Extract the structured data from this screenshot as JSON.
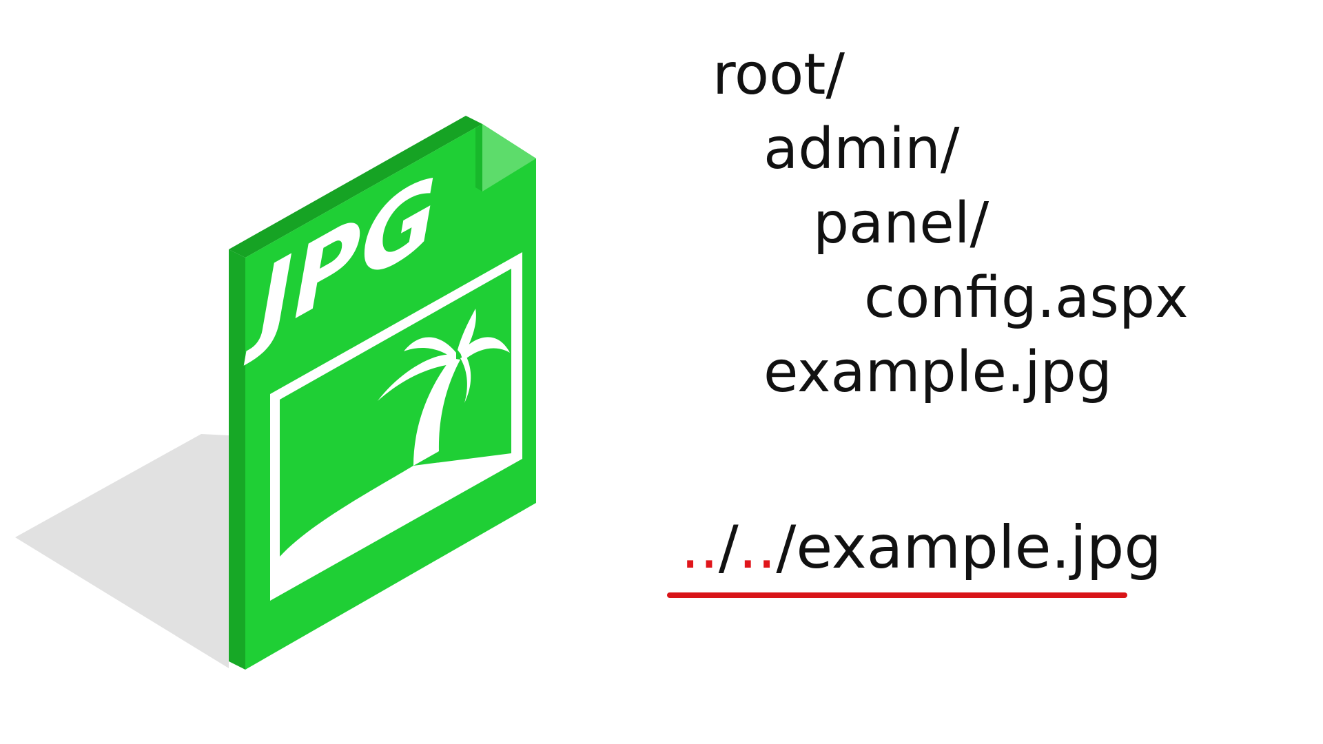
{
  "file_icon": {
    "label": "JPG",
    "colors": {
      "front": "#1fcf35",
      "left_side": "#17a826",
      "top_edge": "#16a324",
      "fold": "#5ddc6b",
      "shadow": "#e1e1e1",
      "picture": "#ffffff"
    }
  },
  "tree": {
    "lines": [
      {
        "text": "root/"
      },
      {
        "text": "admin/"
      },
      {
        "text": "panel/"
      },
      {
        "text": "config.aspx"
      },
      {
        "text": "example.jpg"
      }
    ]
  },
  "traversal": {
    "dots_1": "..",
    "slash_1": "/",
    "dots_2": "..",
    "rest": "/example.jpg",
    "dots_color": "#e0161b",
    "underline_color": "#d81418"
  }
}
